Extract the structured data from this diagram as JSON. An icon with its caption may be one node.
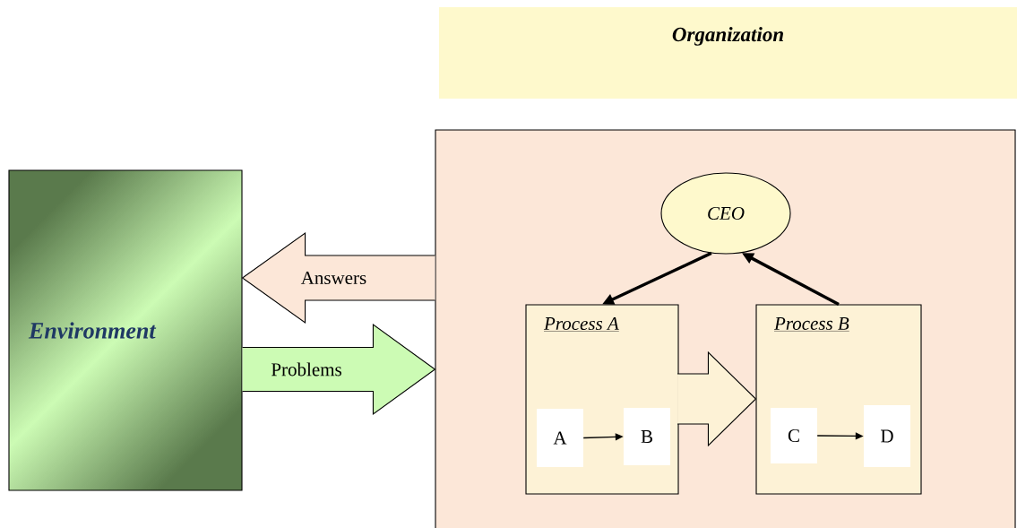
{
  "diagram": {
    "nodes": [
      {
        "text": [
          "Organization"
        ]
      },
      {
        "text": [
          "Environment"
        ]
      },
      {
        "text": [],
        "shape": "box"
      },
      {
        "text": [
          "CEO"
        ],
        "in": 2
      },
      {
        "text": [
          "Process A"
        ],
        "in": 2
      },
      {
        "text": [
          "Process B"
        ],
        "in": 2
      },
      {
        "text": [
          "A"
        ],
        "in": 4
      },
      {
        "text": [
          "B"
        ],
        "in": 4
      },
      {
        "text": [
          "C"
        ],
        "in": 5
      },
      {
        "text": [
          "D"
        ],
        "in": 5
      }
    ],
    "edges": [
      {
        "from": 2,
        "to": 1,
        "arrow": "to",
        "label": "Answers",
        "color": "#fce7d8"
      },
      {
        "from": 1,
        "to": 2,
        "arrow": "to",
        "label": "Problems",
        "color": "#ccfbb4"
      },
      {
        "from": 3,
        "to": 4,
        "arrow": "to",
        "style": "thick"
      },
      {
        "from": 5,
        "to": 3,
        "arrow": "to",
        "style": "thick"
      },
      {
        "from": 4,
        "to": 5,
        "arrow": "to",
        "color": "#fdf2d6"
      },
      {
        "from": 6,
        "to": 7,
        "arrow": "to"
      },
      {
        "from": 8,
        "to": 9,
        "arrow": "to"
      }
    ]
  }
}
